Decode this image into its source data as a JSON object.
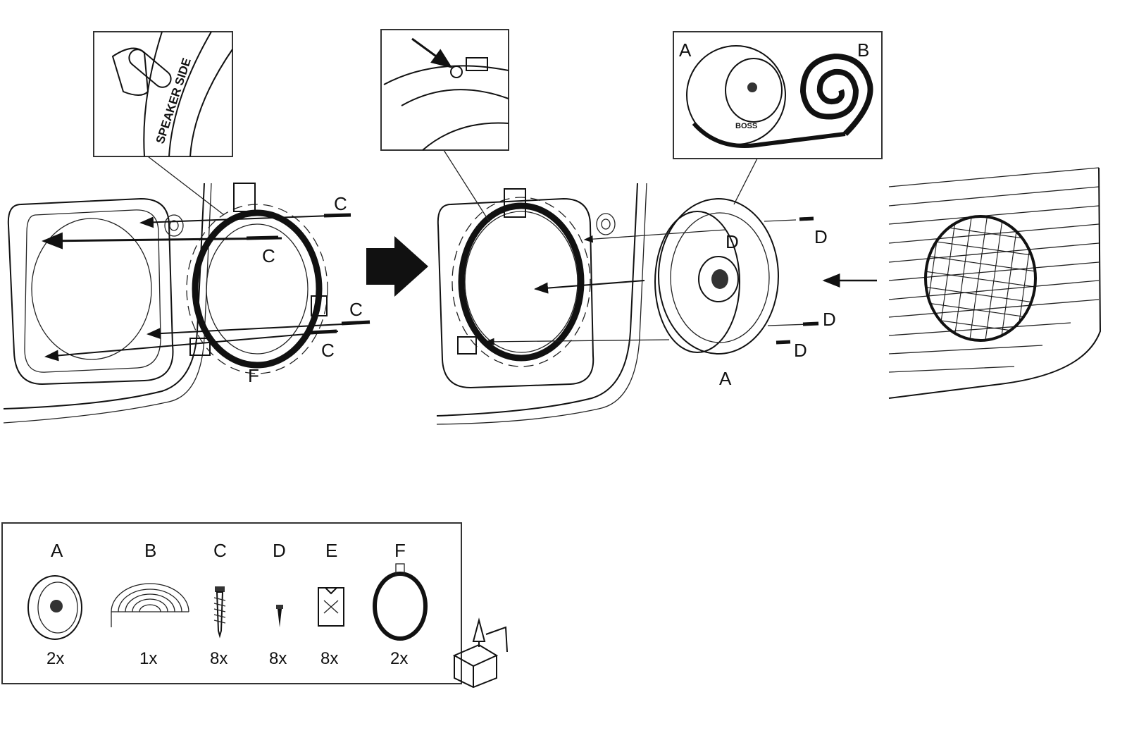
{
  "step1": {
    "inset_text": "SPEAKER SIDE",
    "labels": {
      "c1": "C",
      "c2": "C",
      "c3": "C",
      "c4": "C",
      "f": "F"
    }
  },
  "step2": {
    "labels": {
      "d1": "D",
      "d2": "D",
      "d3": "D",
      "d4": "D",
      "a": "A"
    },
    "inset_labels": {
      "a": "A",
      "b": "B"
    },
    "speaker_brand": "BOSS"
  },
  "parts": [
    {
      "letter": "A",
      "count": "2x"
    },
    {
      "letter": "B",
      "count": "1x"
    },
    {
      "letter": "C",
      "count": "8x"
    },
    {
      "letter": "D",
      "count": "8x"
    },
    {
      "letter": "E",
      "count": "8x"
    },
    {
      "letter": "F",
      "count": "2x"
    }
  ]
}
